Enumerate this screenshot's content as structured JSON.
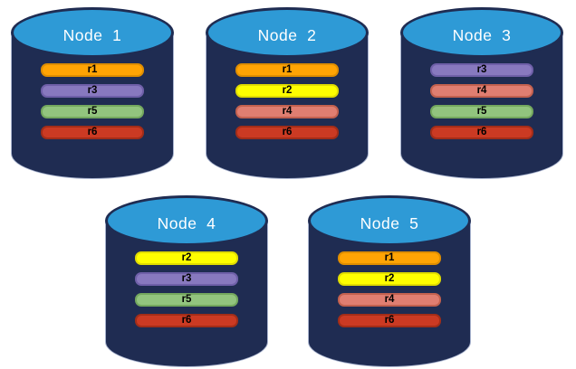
{
  "diagram": {
    "description": "Five database nodes with replica bars distributed across them",
    "colors": {
      "background": "#FFFFFF",
      "cylinder_body": "#1F2C52",
      "cylinder_top": "#2E9AD6",
      "cylinder_edge_highlight": "#A9B4CF",
      "node_label_text": "#FFFFFF",
      "bar_text": "#000000"
    },
    "replica_styles": {
      "r1": {
        "fill": "#FFA404",
        "border": "#DF8E00"
      },
      "r2": {
        "fill": "#FEFE00",
        "border": "#E0DC00"
      },
      "r3": {
        "fill": "#8879BF",
        "border": "#6F60A9"
      },
      "r4": {
        "fill": "#E07E71",
        "border": "#C3614F"
      },
      "r5": {
        "fill": "#92C47E",
        "border": "#74A85E"
      },
      "r6": {
        "fill": "#CB3A23",
        "border": "#A32D18"
      }
    },
    "nodes": [
      {
        "label": "Node  1",
        "replicas": [
          "r1",
          "r3",
          "r5",
          "r6"
        ]
      },
      {
        "label": "Node  2",
        "replicas": [
          "r1",
          "r2",
          "r4",
          "r6"
        ]
      },
      {
        "label": "Node  3",
        "replicas": [
          "r3",
          "r4",
          "r5",
          "r6"
        ]
      },
      {
        "label": "Node  4",
        "replicas": [
          "r2",
          "r3",
          "r5",
          "r6"
        ]
      },
      {
        "label": "Node  5",
        "replicas": [
          "r1",
          "r2",
          "r4",
          "r6"
        ]
      }
    ]
  }
}
